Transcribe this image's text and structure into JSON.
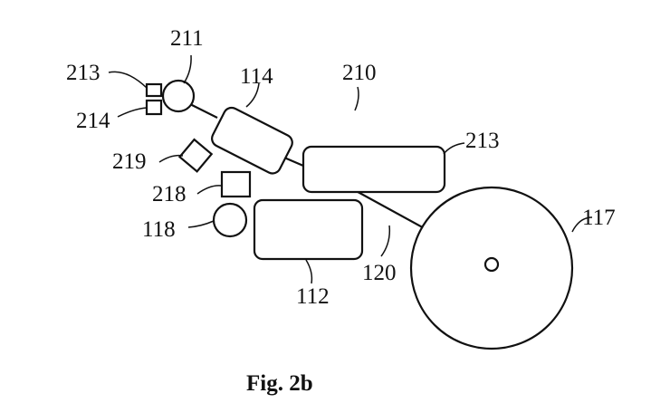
{
  "figure": {
    "caption": "Fig. 2b",
    "reference_labels": {
      "r211": "211",
      "r213_top": "213",
      "r214": "214",
      "r114": "114",
      "r210": "210",
      "r213_right": "213",
      "r219": "219",
      "r218": "218",
      "r118": "118",
      "r117": "117",
      "r120": "120",
      "r112": "112"
    }
  }
}
